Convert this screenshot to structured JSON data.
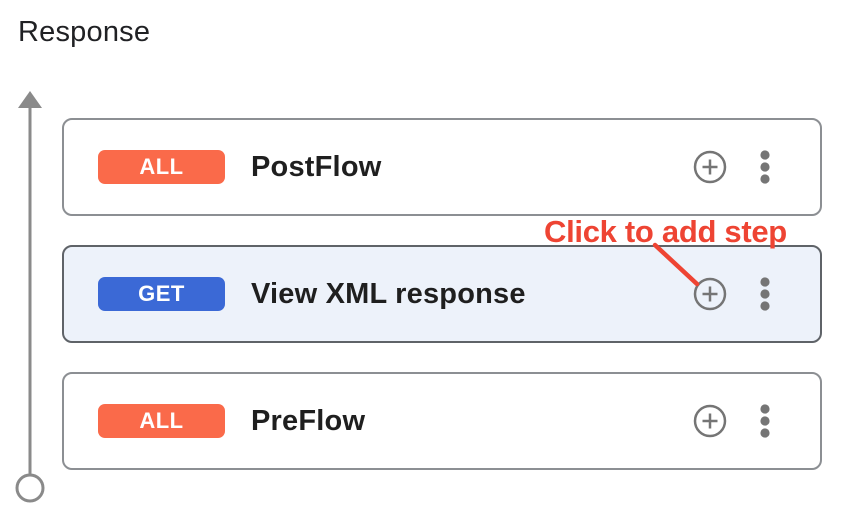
{
  "page": {
    "title": "Response"
  },
  "annotation": {
    "label": "Click to add step"
  },
  "flow": {
    "cards": [
      {
        "method": "ALL",
        "label": "PostFlow"
      },
      {
        "method": "GET",
        "label": "View XML response"
      },
      {
        "method": "ALL",
        "label": "PreFlow"
      }
    ]
  },
  "icons": {
    "add_step": "plus-in-circle",
    "more_options": "vertical-three-dots",
    "flow_direction": "upward-arrow-with-start-circle"
  },
  "colors": {
    "badge_all_orange": "#FA6A4A",
    "badge_get_blue": "#3B69D6",
    "highlighted_card_bg": "#EDF2FA",
    "card_border": "#8C8F93",
    "highlighted_card_border": "#5F6368",
    "icon_gray": "#757575",
    "arrow_gray": "#8A8A8A",
    "annotation_red": "#EE4433",
    "title_text": "#202124",
    "label_text": "#1F1F1F"
  }
}
